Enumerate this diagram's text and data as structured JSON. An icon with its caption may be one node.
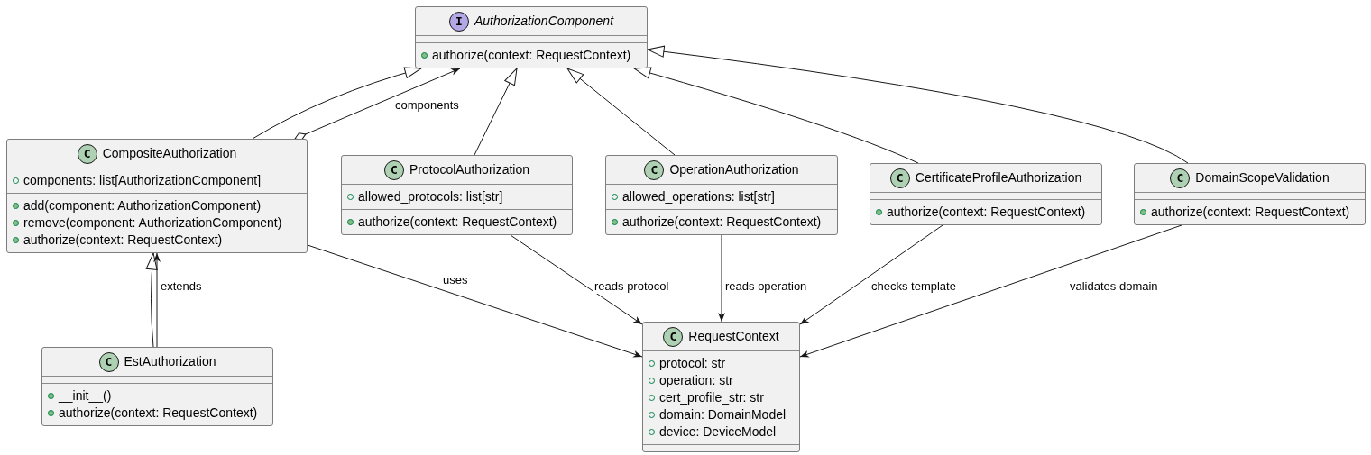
{
  "diagram": {
    "nodes": [
      {
        "text": [
          "I",
          "AuthorizationComponent",
          "authorize(context: RequestContext)"
        ]
      },
      {
        "text": [
          "C",
          "CompositeAuthorization",
          "components: list[AuthorizationComponent]",
          "add(component: AuthorizationComponent)",
          "remove(component: AuthorizationComponent)",
          "authorize(context: RequestContext)"
        ]
      },
      {
        "text": [
          "C",
          "ProtocolAuthorization",
          "allowed_protocols: list[str]",
          "authorize(context: RequestContext)"
        ]
      },
      {
        "text": [
          "C",
          "OperationAuthorization",
          "allowed_operations: list[str]",
          "authorize(context: RequestContext)"
        ]
      },
      {
        "text": [
          "C",
          "CertificateProfileAuthorization",
          "authorize(context: RequestContext)"
        ]
      },
      {
        "text": [
          "C",
          "DomainScopeValidation",
          "authorize(context: RequestContext)"
        ]
      },
      {
        "text": [
          "C",
          "EstAuthorization",
          "__init__()",
          "authorize(context: RequestContext)"
        ]
      },
      {
        "text": [
          "C",
          "RequestContext",
          "protocol: str",
          "operation: str",
          "cert_profile_str: str",
          "domain: DomainModel",
          "device: DeviceModel"
        ]
      }
    ],
    "edges": [
      {
        "from": 1,
        "to": 0,
        "arrow": "to"
      },
      {
        "from": 1,
        "to": 0,
        "arrow": "to",
        "label": "components"
      },
      {
        "from": 2,
        "to": 0,
        "arrow": "to"
      },
      {
        "from": 3,
        "to": 0,
        "arrow": "to"
      },
      {
        "from": 4,
        "to": 0,
        "arrow": "to"
      },
      {
        "from": 5,
        "to": 0,
        "arrow": "to"
      },
      {
        "from": 6,
        "to": 1,
        "arrow": "to"
      },
      {
        "from": 6,
        "to": 1,
        "arrow": "to",
        "label": "extends"
      },
      {
        "from": 1,
        "to": 7,
        "arrow": "to",
        "label": "uses"
      },
      {
        "from": 2,
        "to": 7,
        "arrow": "to",
        "label": "reads protocol"
      },
      {
        "from": 3,
        "to": 7,
        "arrow": "to",
        "label": "reads operation"
      },
      {
        "from": 4,
        "to": 7,
        "arrow": "to",
        "label": "checks template"
      },
      {
        "from": 5,
        "to": 7,
        "arrow": "to",
        "label": "validates domain"
      }
    ]
  }
}
